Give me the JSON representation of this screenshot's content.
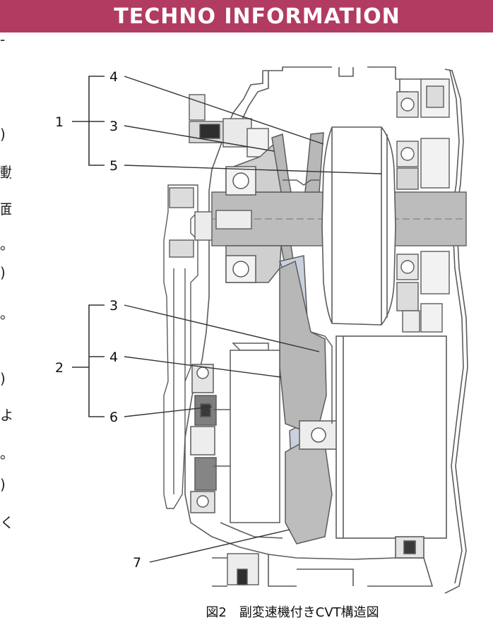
{
  "header": {
    "title": "TECHNO INFORMATION",
    "color": "#b23b62"
  },
  "figure": {
    "caption": "図2　副変速機付きCVT構造図",
    "groups": [
      {
        "id": "group-1",
        "label": "1",
        "members": [
          "4",
          "3",
          "5"
        ]
      },
      {
        "id": "group-2",
        "label": "2",
        "members": [
          "3",
          "4",
          "6"
        ]
      }
    ],
    "callouts": [
      {
        "id": "callout-4-top",
        "label": "4"
      },
      {
        "id": "callout-3-top",
        "label": "3"
      },
      {
        "id": "callout-5",
        "label": "5"
      },
      {
        "id": "callout-3-bottom",
        "label": "3"
      },
      {
        "id": "callout-4-bottom",
        "label": "4"
      },
      {
        "id": "callout-6",
        "label": "6"
      },
      {
        "id": "callout-7",
        "label": "7"
      }
    ]
  },
  "left_edge_text": [
    "-",
    ")",
    "動",
    "面",
    "。",
    ")",
    "。",
    ")",
    "よ",
    "。",
    ")",
    "く"
  ],
  "colors": {
    "line": "#5c5c5c",
    "metal": "#b4b4b4",
    "belt": "#c9d2dc",
    "dark": "#3a3a3a"
  }
}
